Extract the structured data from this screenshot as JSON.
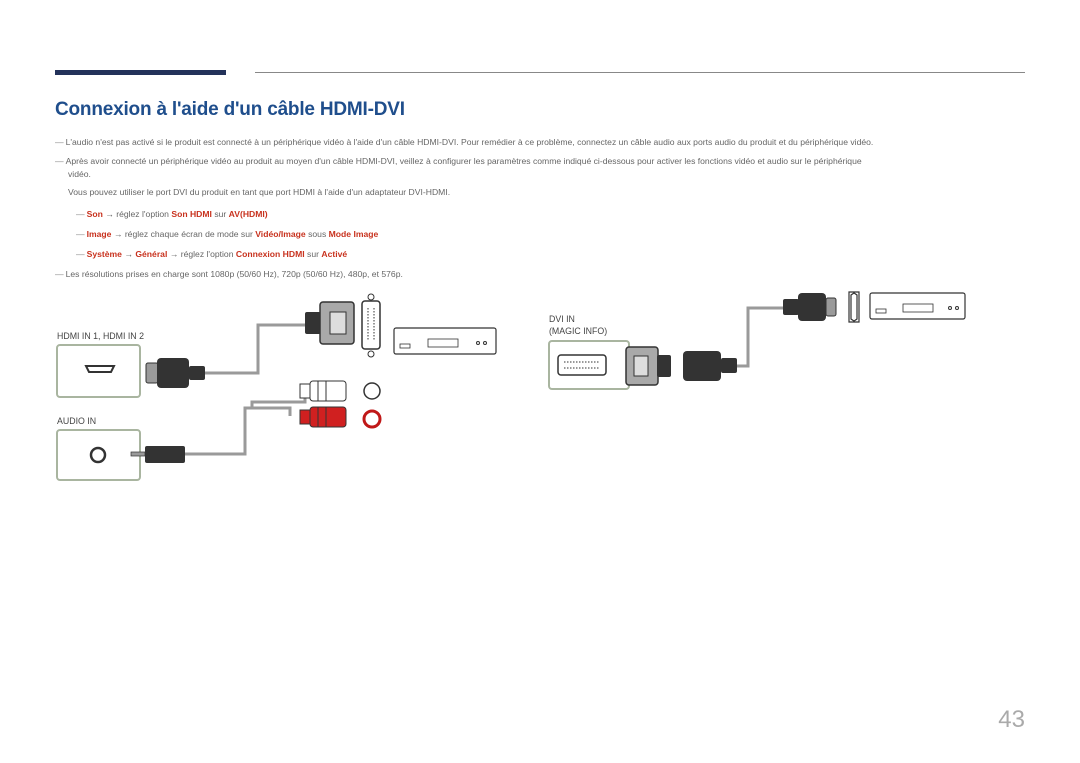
{
  "title": "Connexion à l'aide d'un câble HDMI-DVI",
  "notes": {
    "n1": "L'audio n'est pas activé si le produit est connecté à un périphérique vidéo à l'aide d'un câble HDMI-DVI. Pour remédier à ce problème, connectez un câble audio aux ports audio du produit et du périphérique vidéo.",
    "n2a": "Après avoir connecté un périphérique vidéo au produit au moyen d'un câble HDMI-DVI, veillez à configurer les paramètres comme indiqué ci-dessous pour activer les fonctions vidéo et audio sur le périphérique",
    "n2b": "vidéo.",
    "n2c": "Vous pouvez utiliser le port DVI du produit en tant que port HDMI à l'aide d'un adaptateur DVI-HDMI.",
    "n3": "Les résolutions prises en charge sont 1080p (50/60 Hz), 720p (50/60 Hz), 480p, et 576p."
  },
  "sub1": {
    "menu": "Son",
    "arrow": "→",
    "text": "réglez l'option",
    "option": "Son HDMI",
    "sur": "sur",
    "value": "AV(HDMI)"
  },
  "sub2": {
    "menu": "Image",
    "arrow": "→",
    "text": "réglez chaque écran de mode sur",
    "option": "Vidéo/Image",
    "sous": "sous",
    "value": "Mode Image"
  },
  "sub3": {
    "menu": "Système",
    "arrow1": "→",
    "menu2": "Général",
    "arrow2": "→",
    "text": "réglez l'option",
    "option": "Connexion HDMI",
    "sur": "sur",
    "value": "Activé"
  },
  "ports": {
    "hdmi": "HDMI IN 1, HDMI IN 2",
    "audio": "AUDIO IN",
    "dvi1": "DVI IN",
    "dvi2": "(MAGIC INFO)"
  },
  "page_number": "43",
  "colors": {
    "title": "#1f4e8c",
    "highlight": "#c8321e",
    "header_bar": "#23325a",
    "port_frame": "#a9b5a0"
  }
}
